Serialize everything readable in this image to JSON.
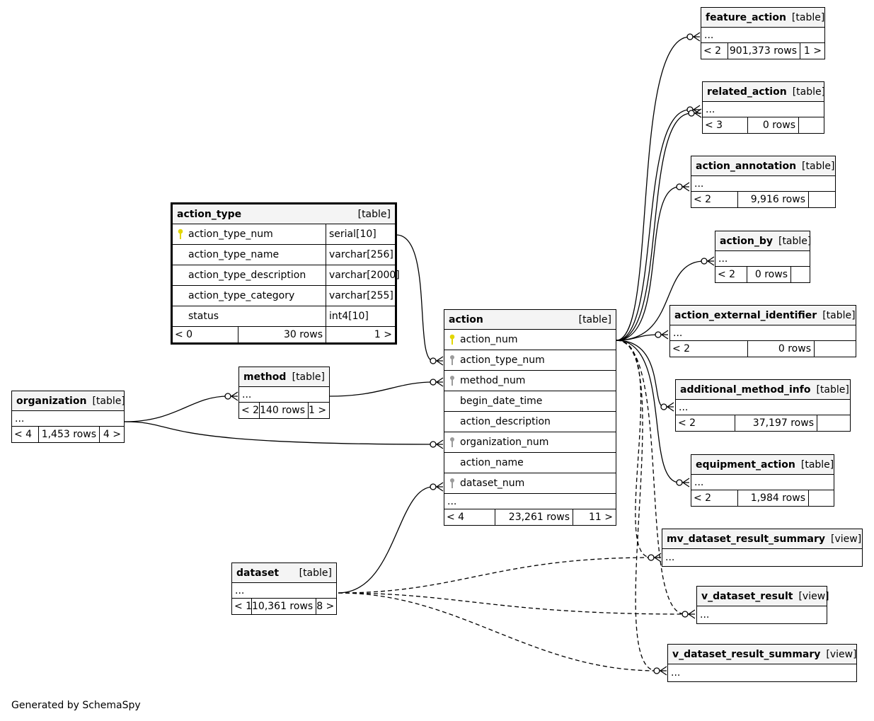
{
  "diagram": {
    "footer": "Generated by SchemaSpy",
    "colors": {
      "primary_key_icon": "#e2d600",
      "foreign_key_icon": "#9b9b9b",
      "header_bg": "#f4f4f4",
      "line": "#000000"
    },
    "tables": {
      "action_type": {
        "name": "action_type",
        "kind": "[table]",
        "columns": [
          {
            "name": "action_type_num",
            "type": "serial[10]",
            "key": "pk"
          },
          {
            "name": "action_type_name",
            "type": "varchar[256]"
          },
          {
            "name": "action_type_description",
            "type": "varchar[2000]"
          },
          {
            "name": "action_type_category",
            "type": "varchar[255]"
          },
          {
            "name": "status",
            "type": "int4[10]"
          }
        ],
        "parents": "< 0",
        "rows": "30 rows",
        "children": "1 >"
      },
      "action": {
        "name": "action",
        "kind": "[table]",
        "columns": [
          {
            "name": "action_num",
            "key": "pk"
          },
          {
            "name": "action_type_num",
            "key": "fk"
          },
          {
            "name": "method_num",
            "key": "fk"
          },
          {
            "name": "begin_date_time"
          },
          {
            "name": "action_description"
          },
          {
            "name": "organization_num",
            "key": "fk"
          },
          {
            "name": "action_name"
          },
          {
            "name": "dataset_num",
            "key": "fk"
          }
        ],
        "etc": "...",
        "parents": "< 4",
        "rows": "23,261 rows",
        "children": "11 >"
      },
      "method": {
        "name": "method",
        "kind": "[table]",
        "etc": "...",
        "parents": "< 2",
        "rows": "140 rows",
        "children": "1 >"
      },
      "organization": {
        "name": "organization",
        "kind": "[table]",
        "etc": "...",
        "parents": "< 4",
        "rows": "1,453 rows",
        "children": "4 >"
      },
      "dataset": {
        "name": "dataset",
        "kind": "[table]",
        "etc": "...",
        "parents": "< 1",
        "rows": "10,361 rows",
        "children": "8 >"
      },
      "feature_action": {
        "name": "feature_action",
        "kind": "[table]",
        "etc": "...",
        "parents": "< 2",
        "rows": "901,373 rows",
        "children": "1 >"
      },
      "related_action": {
        "name": "related_action",
        "kind": "[table]",
        "etc": "...",
        "parents": "< 3",
        "rows": "0 rows",
        "children": ""
      },
      "action_annotation": {
        "name": "action_annotation",
        "kind": "[table]",
        "etc": "...",
        "parents": "< 2",
        "rows": "9,916 rows",
        "children": ""
      },
      "action_by": {
        "name": "action_by",
        "kind": "[table]",
        "etc": "...",
        "parents": "< 2",
        "rows": "0 rows",
        "children": ""
      },
      "action_external_identifier": {
        "name": "action_external_identifier",
        "kind": "[table]",
        "etc": "...",
        "parents": "< 2",
        "rows": "0 rows",
        "children": ""
      },
      "additional_method_info": {
        "name": "additional_method_info",
        "kind": "[table]",
        "etc": "...",
        "parents": "< 2",
        "rows": "37,197 rows",
        "children": ""
      },
      "equipment_action": {
        "name": "equipment_action",
        "kind": "[table]",
        "etc": "...",
        "parents": "< 2",
        "rows": "1,984 rows",
        "children": ""
      },
      "mv_dataset_result_summary": {
        "name": "mv_dataset_result_summary",
        "kind": "[view]",
        "etc": "..."
      },
      "v_dataset_result": {
        "name": "v_dataset_result",
        "kind": "[view]",
        "etc": "..."
      },
      "v_dataset_result_summary": {
        "name": "v_dataset_result_summary",
        "kind": "[view]",
        "etc": "..."
      }
    },
    "relationships": [
      {
        "from": "action_type.action_type_num",
        "to": "action.action_type_num",
        "style": "solid"
      },
      {
        "from": "method",
        "to": "action.method_num",
        "style": "solid"
      },
      {
        "from": "organization",
        "to": "action.organization_num",
        "style": "solid"
      },
      {
        "from": "organization",
        "to": "method",
        "style": "solid"
      },
      {
        "from": "dataset",
        "to": "action.dataset_num",
        "style": "solid"
      },
      {
        "from": "action.action_num",
        "to": "feature_action",
        "style": "solid"
      },
      {
        "from": "action.action_num",
        "to": "related_action",
        "style": "solid"
      },
      {
        "from": "action.action_num",
        "to": "related_action",
        "style": "solid"
      },
      {
        "from": "action.action_num",
        "to": "action_annotation",
        "style": "solid"
      },
      {
        "from": "action.action_num",
        "to": "action_by",
        "style": "solid"
      },
      {
        "from": "action.action_num",
        "to": "action_external_identifier",
        "style": "solid"
      },
      {
        "from": "action.action_num",
        "to": "additional_method_info",
        "style": "solid"
      },
      {
        "from": "action.action_num",
        "to": "equipment_action",
        "style": "solid"
      },
      {
        "from": "action.action_num",
        "to": "mv_dataset_result_summary",
        "style": "dashed"
      },
      {
        "from": "action.action_num",
        "to": "v_dataset_result",
        "style": "dashed"
      },
      {
        "from": "action.action_num",
        "to": "v_dataset_result_summary",
        "style": "dashed"
      },
      {
        "from": "dataset",
        "to": "mv_dataset_result_summary",
        "style": "dashed"
      },
      {
        "from": "dataset",
        "to": "v_dataset_result",
        "style": "dashed"
      },
      {
        "from": "dataset",
        "to": "v_dataset_result_summary",
        "style": "dashed"
      }
    ]
  }
}
